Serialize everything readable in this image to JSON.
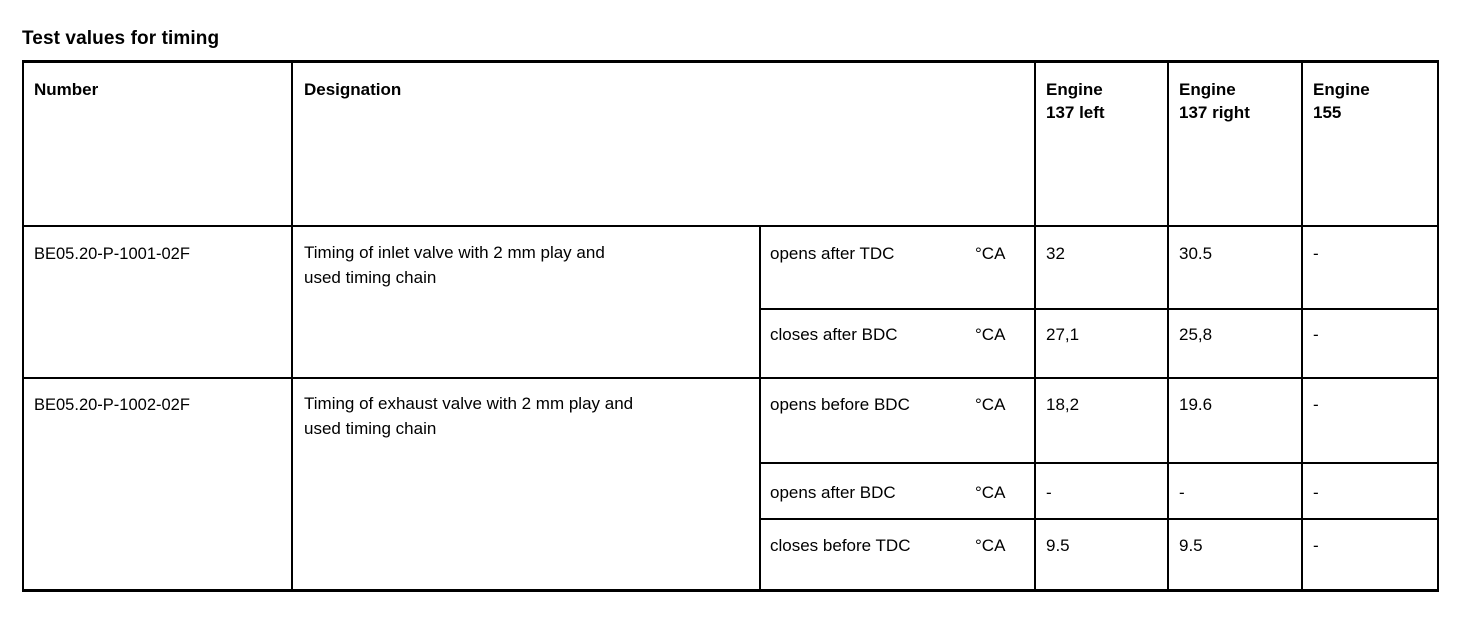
{
  "document": {
    "title": "Test values for timing"
  },
  "table": {
    "columns": [
      {
        "key": "number",
        "label": "Number"
      },
      {
        "key": "designation",
        "label": "Designation"
      },
      {
        "key": "measurement",
        "label": ""
      },
      {
        "key": "unit",
        "label": ""
      },
      {
        "key": "engine_137_left",
        "label": "Engine\n137 left",
        "label_line1": "Engine",
        "label_line2": "137 left"
      },
      {
        "key": "engine_137_right",
        "label": "Engine\n137 right",
        "label_line1": "Engine",
        "label_line2": "137 right"
      },
      {
        "key": "engine_155",
        "label": "Engine\n155",
        "label_line1": "Engine",
        "label_line2": "155"
      }
    ],
    "groups": [
      {
        "number": "BE05.20-P-1001-02F",
        "designation_line1": "Timing of inlet valve with 2 mm play and",
        "designation_line2": "used timing chain",
        "rows": [
          {
            "measurement": "opens after TDC",
            "unit": "°CA",
            "engine_137_left": "32",
            "engine_137_right": "30.5",
            "engine_155": "-"
          },
          {
            "measurement": "closes after BDC",
            "unit": "°CA",
            "engine_137_left": "27,1",
            "engine_137_right": "25,8",
            "engine_155": "-"
          }
        ]
      },
      {
        "number": "BE05.20-P-1002-02F",
        "designation_line1": "Timing of exhaust valve with 2 mm play and",
        "designation_line2": "used timing chain",
        "rows": [
          {
            "measurement": "opens before BDC",
            "unit": "°CA",
            "engine_137_left": "18,2",
            "engine_137_right": "19.6",
            "engine_155": "-"
          },
          {
            "measurement": "opens after BDC",
            "unit": "°CA",
            "engine_137_left": "-",
            "engine_137_right": "-",
            "engine_155": "-"
          },
          {
            "measurement": "closes before TDC",
            "unit": "°CA",
            "engine_137_left": "9.5",
            "engine_137_right": "9.5",
            "engine_155": "-"
          }
        ]
      }
    ]
  },
  "colors": {
    "text": "#000000",
    "rule": "#000000",
    "background": "#ffffff"
  }
}
